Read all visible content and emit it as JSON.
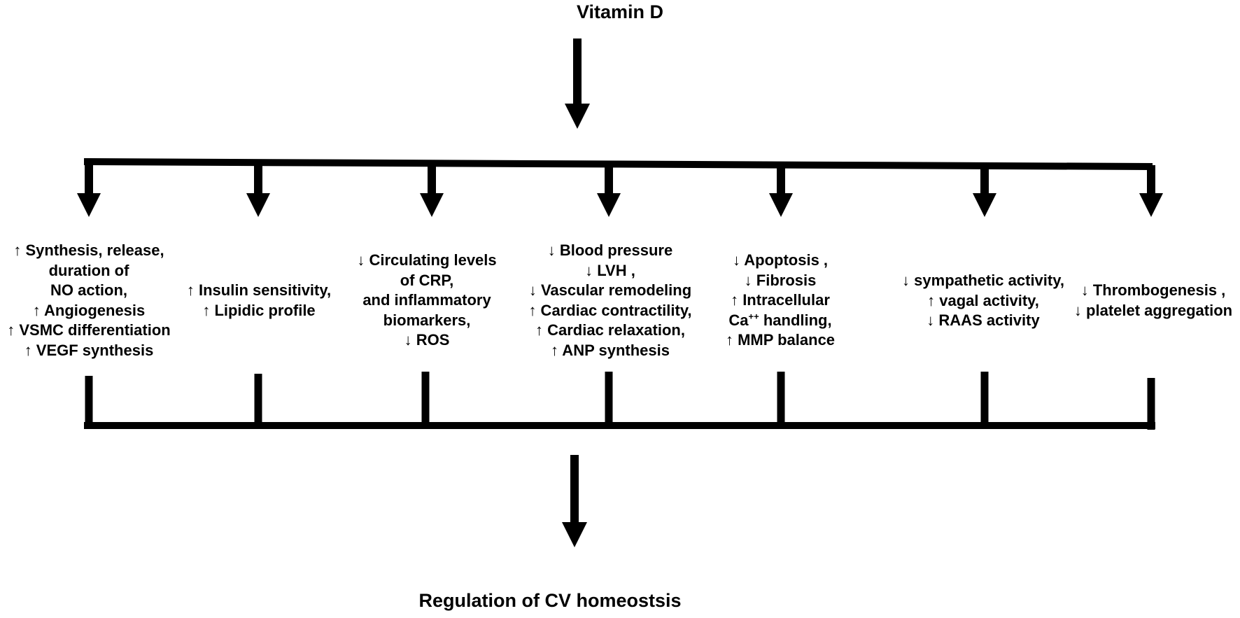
{
  "title": "Vitamin D",
  "outcome": "Regulation of CV homeostsis",
  "effects": [
    {
      "lines": [
        "↑ Synthesis, release,",
        "duration of",
        "NO action,",
        "↑ Angiogenesis",
        "↑ VSMC differentiation",
        "↑ VEGF synthesis"
      ]
    },
    {
      "lines": [
        "↑ Insulin sensitivity,",
        "↑ Lipidic profile"
      ]
    },
    {
      "lines": [
        "↓ Circulating levels",
        "of CRP,",
        "and inflammatory",
        "biomarkers,",
        "↓ ROS"
      ]
    },
    {
      "lines": [
        "↓ Blood pressure",
        "↓ LVH ,",
        "↓ Vascular remodeling",
        "↑ Cardiac contractility,",
        "↑ Cardiac relaxation,",
        "↑ ANP synthesis"
      ]
    },
    {
      "lines": [
        "↓ Apoptosis ,",
        "↓ Fibrosis",
        "↑ Intracellular",
        "Ca",
        "handling,",
        "↑ MMP balance"
      ],
      "superscript": "++"
    },
    {
      "lines": [
        "↓ sympathetic activity,",
        "↑ vagal activity,",
        "↓ RAAS activity"
      ]
    },
    {
      "lines": [
        "↓ Thrombogenesis ,",
        "↓ platelet aggregation"
      ]
    }
  ]
}
